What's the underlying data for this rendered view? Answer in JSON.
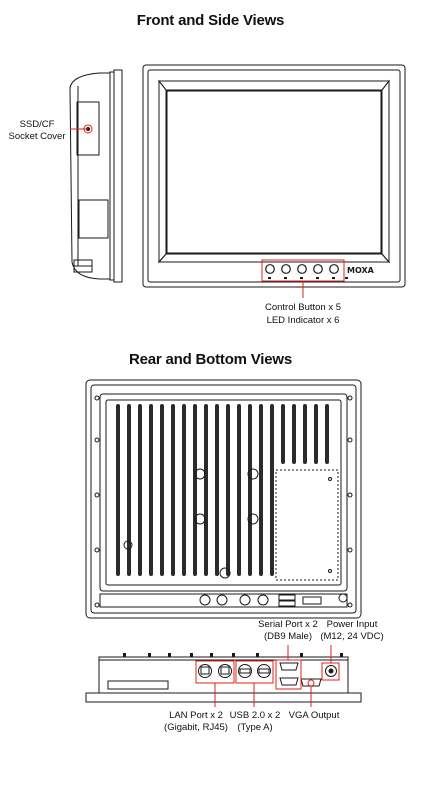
{
  "front_section": {
    "title": "Front and Side Views",
    "ssd_cf_label_line1": "SSD/CF",
    "ssd_cf_label_line2": "Socket Cover",
    "brand_logo": "MOXA",
    "control_button_label": "Control Button x 5",
    "led_indicator_label": "LED Indicator x 6"
  },
  "rear_section": {
    "title": "Rear and Bottom Views",
    "serial_port_line1": "Serial Port x 2",
    "serial_port_line2": "(DB9 Male)",
    "power_input_line1": "Power Input",
    "power_input_line2": "(M12, 24 VDC)",
    "lan_port_line1": "LAN Port x 2",
    "lan_port_line2": "(Gigabit, RJ45)",
    "usb_line1": "USB 2.0 x 2",
    "usb_line2": "(Type A)",
    "vga_label": "VGA Output"
  },
  "colors": {
    "callout": "#e0231b",
    "line": "#1a1a1a"
  }
}
